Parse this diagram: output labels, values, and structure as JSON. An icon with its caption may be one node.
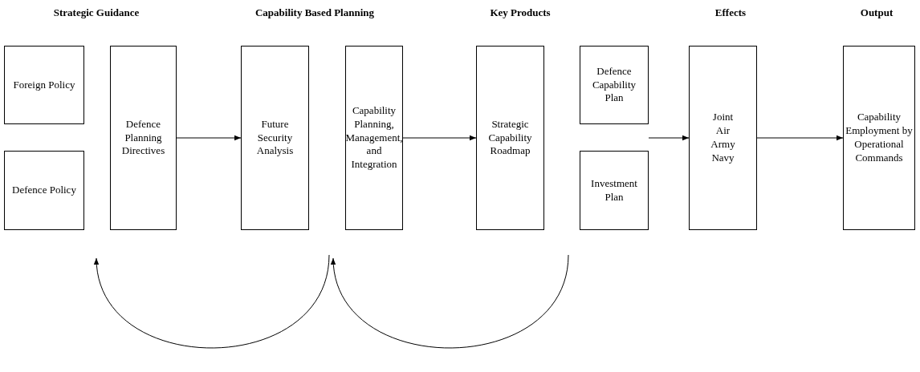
{
  "diagram": {
    "nodes": [
      {
        "text": [
          "Foreign Policy"
        ]
      },
      {
        "text": [
          "Defence Policy"
        ]
      },
      {
        "text": [
          "Defence Planning Directives"
        ]
      },
      {
        "text": [
          "Future Security Analysis"
        ]
      },
      {
        "text": [
          "Capability Planning, Management, and Integration"
        ]
      },
      {
        "text": [
          "Strategic Capability Roadmap"
        ]
      },
      {
        "text": [
          "Defence Capability Plan"
        ]
      },
      {
        "text": [
          "Investment Plan"
        ]
      },
      {
        "text": [
          "Joint",
          "Air",
          "Army",
          "Navy"
        ]
      },
      {
        "text": [
          "Capability Employment by Operational Commands"
        ]
      }
    ],
    "edges": [
      {
        "from": 2,
        "to": 3,
        "arrow": "to"
      },
      {
        "from": 4,
        "to": 5,
        "arrow": "to"
      },
      {
        "from": 6,
        "to": 8,
        "arrow": "to"
      },
      {
        "from": 7,
        "to": 8,
        "arrow": "to"
      },
      {
        "from": 8,
        "to": 9,
        "arrow": "to"
      }
    ],
    "labels": [
      "Strategic Guidance",
      "Capability Based Planning",
      "Key Products",
      "Effects",
      "Output"
    ]
  }
}
